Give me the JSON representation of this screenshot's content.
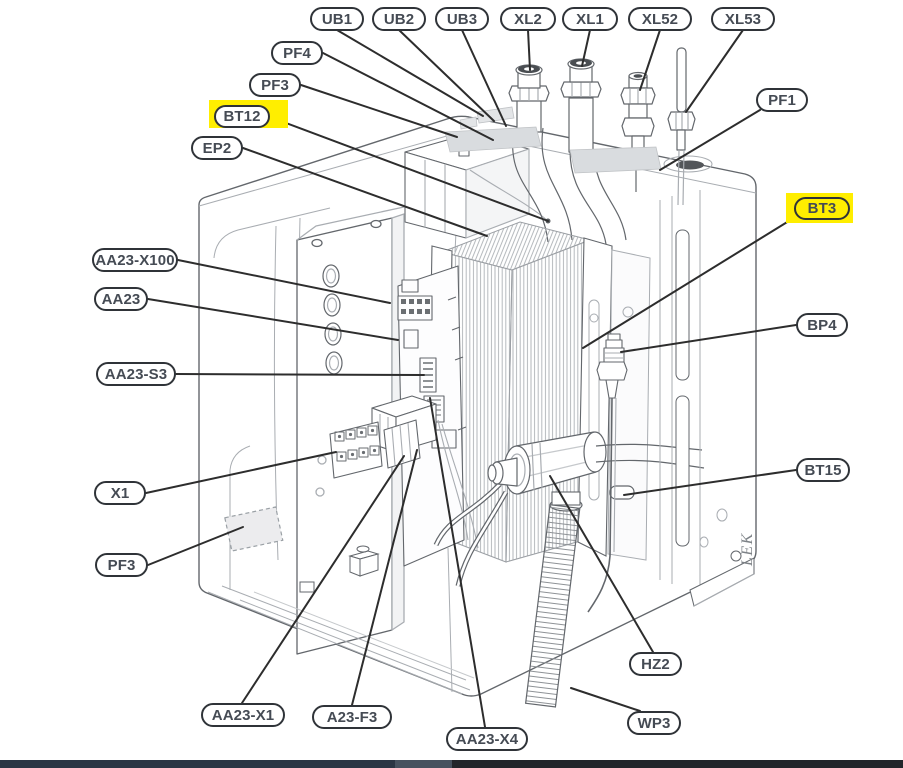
{
  "figure": {
    "watermark": "LEK"
  },
  "colors": {
    "highlight": "#ffee00",
    "pill_border": "#2f3338",
    "pill_text": "#454b54",
    "leader_line": "#2d2d2d",
    "artwork_line": "#63676c",
    "sticker_gray": "#d9dcdf",
    "bottom_bar_left": "#2a3644",
    "bottom_bar_mid": "#46525f",
    "bottom_bar_right": "#22262b"
  },
  "callouts": [
    {
      "id": "UB1",
      "text": "UB1",
      "highlighted": false
    },
    {
      "id": "UB2",
      "text": "UB2",
      "highlighted": false
    },
    {
      "id": "UB3",
      "text": "UB3",
      "highlighted": false
    },
    {
      "id": "XL2",
      "text": "XL2",
      "highlighted": false
    },
    {
      "id": "XL1",
      "text": "XL1",
      "highlighted": false
    },
    {
      "id": "XL52",
      "text": "XL52",
      "highlighted": false
    },
    {
      "id": "XL53",
      "text": "XL53",
      "highlighted": false
    },
    {
      "id": "PF4",
      "text": "PF4",
      "highlighted": false
    },
    {
      "id": "PF3-top",
      "text": "PF3",
      "highlighted": false
    },
    {
      "id": "BT12",
      "text": "BT12",
      "highlighted": true
    },
    {
      "id": "EP2",
      "text": "EP2",
      "highlighted": false
    },
    {
      "id": "AA23-X100",
      "text": "AA23-X100",
      "highlighted": false
    },
    {
      "id": "AA23",
      "text": "AA23",
      "highlighted": false
    },
    {
      "id": "AA23-S3",
      "text": "AA23-S3",
      "highlighted": false
    },
    {
      "id": "X1",
      "text": "X1",
      "highlighted": false
    },
    {
      "id": "PF3-lower",
      "text": "PF3",
      "highlighted": false
    },
    {
      "id": "AA23-X1",
      "text": "AA23-X1",
      "highlighted": false
    },
    {
      "id": "A23-F3",
      "text": "A23-F3",
      "highlighted": false
    },
    {
      "id": "AA23-X4",
      "text": "AA23-X4",
      "highlighted": false
    },
    {
      "id": "HZ2",
      "text": "HZ2",
      "highlighted": false
    },
    {
      "id": "WP3",
      "text": "WP3",
      "highlighted": false
    },
    {
      "id": "PF1",
      "text": "PF1",
      "highlighted": false
    },
    {
      "id": "BT3",
      "text": "BT3",
      "highlighted": true
    },
    {
      "id": "BP4",
      "text": "BP4",
      "highlighted": false
    },
    {
      "id": "BT15",
      "text": "BT15",
      "highlighted": false
    }
  ]
}
